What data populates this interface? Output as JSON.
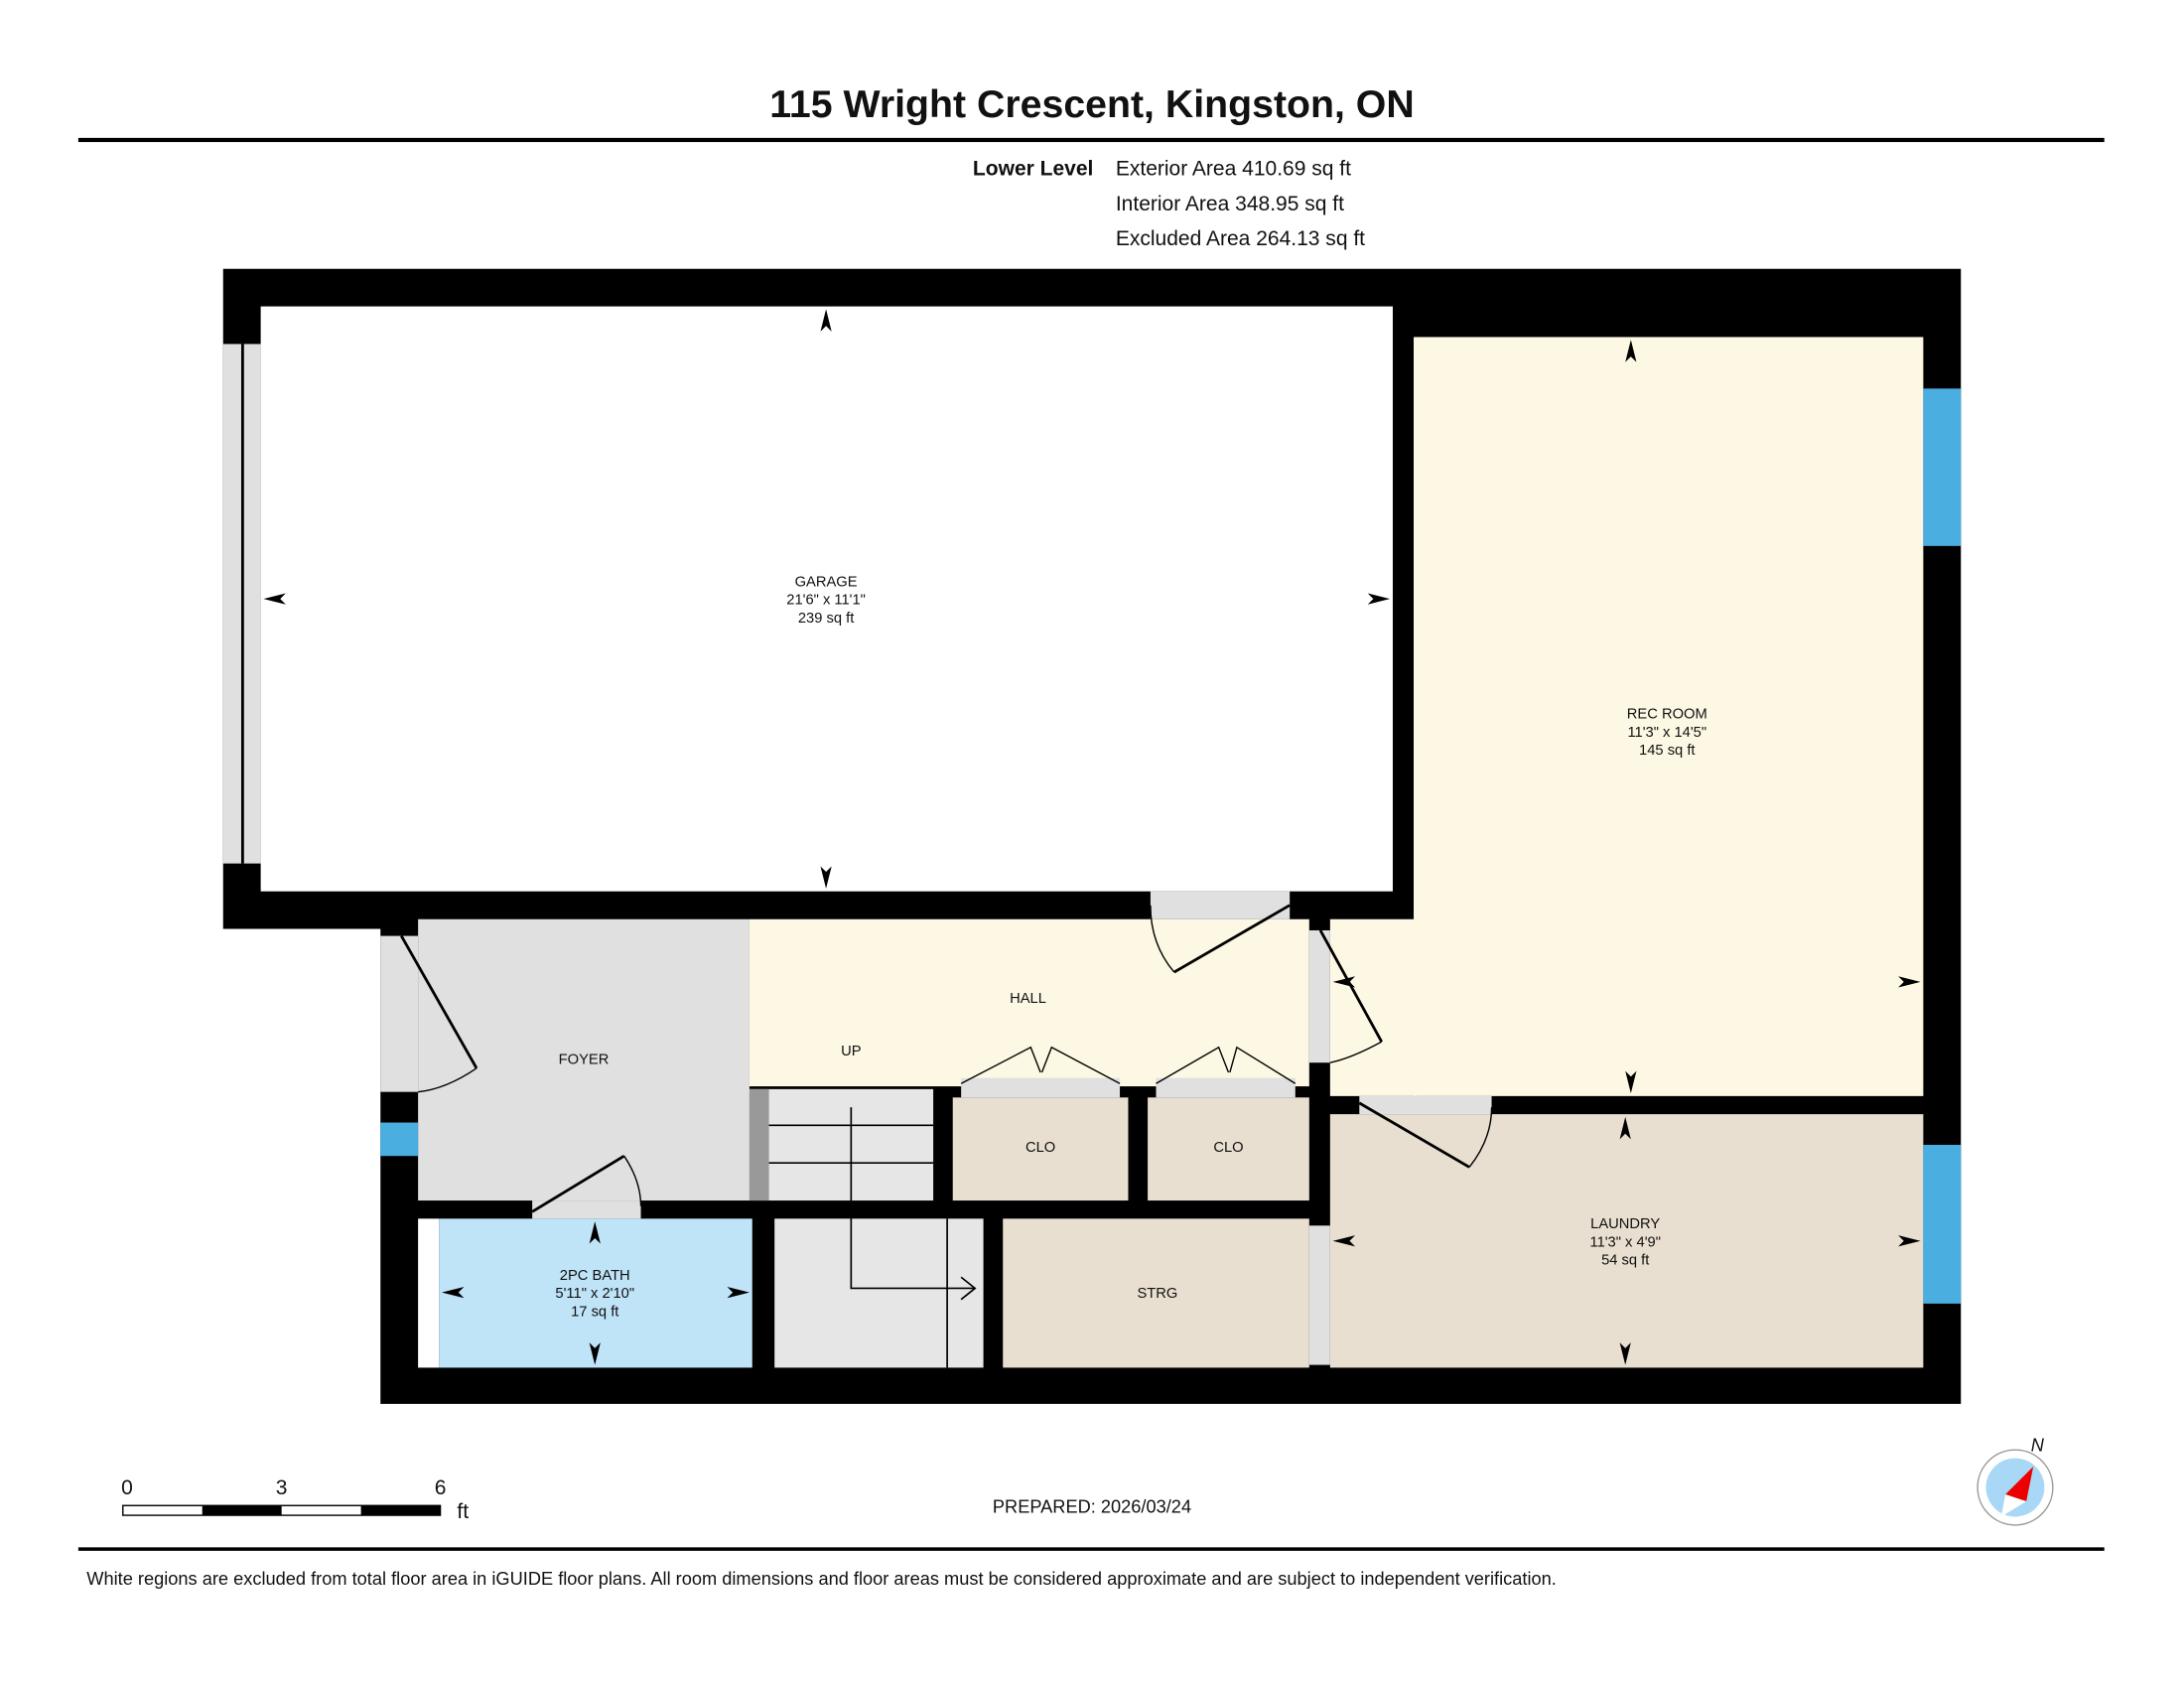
{
  "title": "115 Wright Crescent, Kingston, ON",
  "level": {
    "name": "Lower Level",
    "exterior_area": "Exterior Area 410.69 sq ft",
    "interior_area": "Interior Area 348.95 sq ft",
    "excluded_area": "Excluded Area 264.13 sq ft"
  },
  "rooms": {
    "garage": {
      "name": "GARAGE",
      "dims": "21'6\" x 11'1\"",
      "area": "239 sq ft"
    },
    "rec_room": {
      "name": "REC ROOM",
      "dims": "11'3\" x 14'5\"",
      "area": "145 sq ft"
    },
    "hall": {
      "name": "HALL"
    },
    "up": {
      "name": "UP"
    },
    "foyer": {
      "name": "FOYER"
    },
    "clo1": {
      "name": "CLO"
    },
    "clo2": {
      "name": "CLO"
    },
    "strg": {
      "name": "STRG"
    },
    "laundry": {
      "name": "LAUNDRY",
      "dims": "11'3\" x 4'9\"",
      "area": "54 sq ft"
    },
    "bath": {
      "name": "2PC BATH",
      "dims": "5'11\" x 2'10\"",
      "area": "17 sq ft"
    }
  },
  "scale": {
    "ticks": [
      "0",
      "3",
      "6"
    ],
    "unit": "ft"
  },
  "prepared": "PREPARED: 2026/03/24",
  "compass": {
    "label": "N"
  },
  "footer": "White regions are excluded from total floor area in iGUIDE floor plans. All room dimensions and floor areas must be considered approximate and are subject to independent verification.",
  "colors": {
    "wall": "#000000",
    "cream": "#fdf8e4",
    "gray": "#e0e0e0",
    "tan": "#e8dfd0",
    "bath": "#bfe3f7",
    "window": "#4aaee0"
  }
}
